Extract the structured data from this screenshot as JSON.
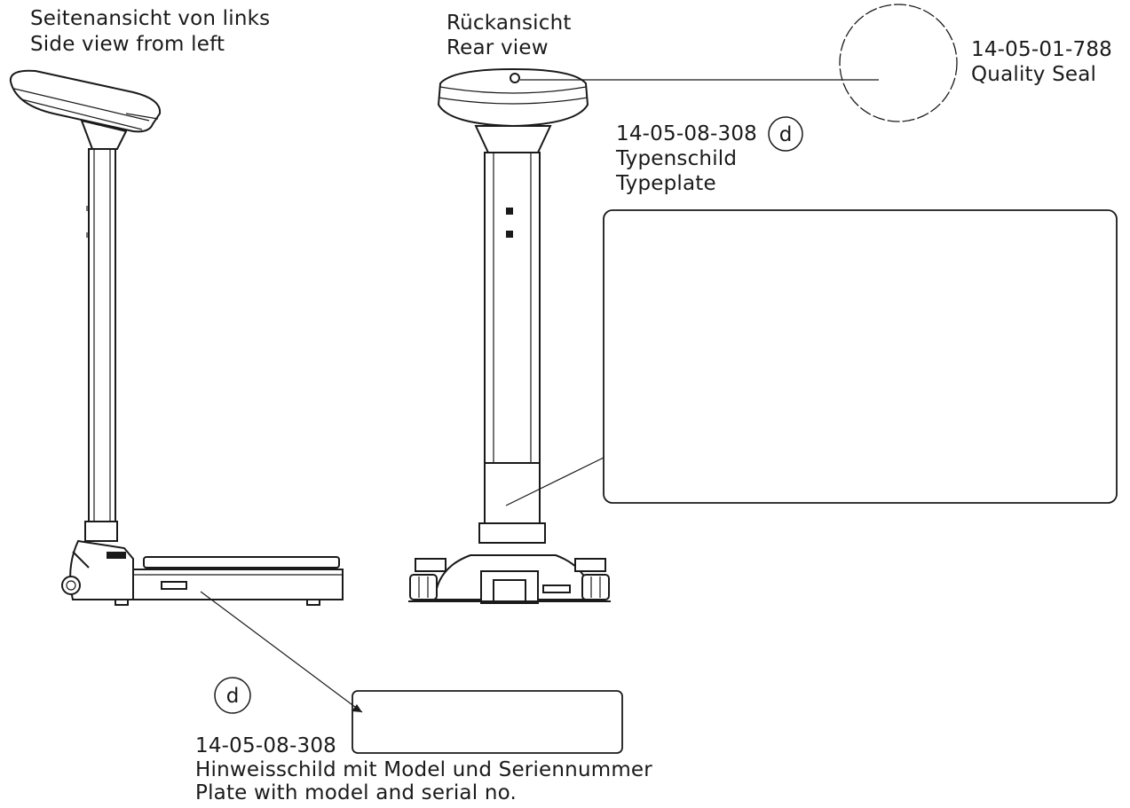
{
  "views": {
    "side": {
      "title_de": "Seitenansicht von links",
      "title_en": "Side view from left"
    },
    "rear": {
      "title_de": "Rückansicht",
      "title_en": "Rear view"
    }
  },
  "labels": {
    "quality_seal": {
      "part_no": "14-05-01-788",
      "name": "Quality Seal"
    },
    "typeplate": {
      "part_no": "14-05-08-308",
      "marker": "d",
      "name_de": "Typenschild",
      "name_en": "Typeplate"
    },
    "info_plate": {
      "part_no": "14-05-08-308",
      "marker": "d",
      "name_de": "Hinweisschild mit Model und Seriennummer",
      "name_en": "Plate with model and serial no."
    }
  }
}
